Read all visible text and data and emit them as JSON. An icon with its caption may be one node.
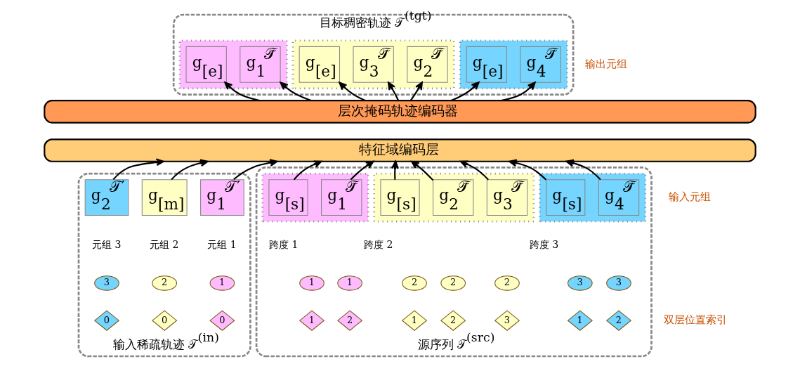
{
  "diagram": {
    "nodes": [
      {
        "text": [
          "目标稠密轨迹 𝒯$^{(tgt)}$"
        ]
      },
      {
        "text": [],
        "shape": "box",
        "in": 0
      },
      {
        "text": [
          "g$_{4}$$^{𝒯̃}$"
        ],
        "in": 1
      },
      {
        "text": [
          "g$_{[e]}$"
        ],
        "in": 1
      },
      {
        "text": [],
        "shape": "box",
        "in": 0
      },
      {
        "text": [
          "g$_{2}$$^{𝒯̃}$"
        ],
        "in": 4
      },
      {
        "text": [
          "g$_{3}$$^{𝒯̃}$"
        ],
        "in": 4
      },
      {
        "text": [
          "g$_{[e]}$"
        ],
        "in": 4
      },
      {
        "text": [],
        "shape": "box",
        "in": 0
      },
      {
        "text": [
          "g$_{1}$$^{𝒯̃}$"
        ],
        "in": 8
      },
      {
        "text": [
          "g$_{[e]}$"
        ],
        "in": 8
      },
      {
        "text": [
          "层次掩码轨迹编码器"
        ]
      },
      {
        "text": [
          "特征域编码层"
        ]
      },
      {
        "text": [
          "输入稀疏轨迹 𝒯$^{(in)}$"
        ]
      },
      {
        "text": [
          "g$_{1}$$^{𝒯′}$"
        ],
        "in": 13,
        "beside": [
          "元组 1"
        ]
      },
      {
        "text": [
          "1"
        ],
        "in": 13
      },
      {
        "text": [
          "0"
        ],
        "in": 13
      },
      {
        "text": [
          "g$_{[m]}$"
        ],
        "in": 13,
        "beside": [
          "元组 2"
        ]
      },
      {
        "text": [
          "2"
        ],
        "in": 13
      },
      {
        "text": [
          "0"
        ],
        "in": 13
      },
      {
        "text": [
          "g$_{2}$$^{𝒯′}$"
        ],
        "in": 13,
        "beside": [
          "元组 3"
        ]
      },
      {
        "text": [
          "3"
        ],
        "in": 13
      },
      {
        "text": [
          "0"
        ],
        "in": 13
      },
      {
        "text": [
          "源序列 𝒯$^{(src)}$"
        ]
      },
      {
        "text": [],
        "shape": "box",
        "in": 23,
        "beside": [
          "跨度 3"
        ]
      },
      {
        "text": [
          "g$_{[s]}$"
        ],
        "in": 24
      },
      {
        "text": [
          "g$_{4}$$^{𝒯̃}$"
        ],
        "in": 24
      },
      {
        "text": [],
        "shape": "box",
        "in": 23,
        "beside": [
          "跨度 2"
        ]
      },
      {
        "text": [
          "g$_{[s]}$"
        ],
        "in": 27
      },
      {
        "text": [
          "g$_{2}$$^{𝒯̃}$"
        ],
        "in": 27
      },
      {
        "text": [
          "g$_{3}$$^{𝒯̃}$"
        ],
        "in": 27
      },
      {
        "text": [],
        "shape": "box",
        "in": 23,
        "beside": [
          "跨度 1"
        ]
      },
      {
        "text": [
          "g$_{[s]}$"
        ],
        "in": 31
      },
      {
        "text": [
          "g$_{1}$$^{𝒯̃}$"
        ],
        "in": 31
      },
      {
        "text": [
          "3"
        ],
        "in": 23
      },
      {
        "text": [
          "1"
        ],
        "in": 23
      },
      {
        "text": [
          "3"
        ],
        "in": 23
      },
      {
        "text": [
          "2"
        ],
        "in": 23
      },
      {
        "text": [
          "2"
        ],
        "in": 23
      },
      {
        "text": [
          "1"
        ],
        "in": 23
      },
      {
        "text": [
          "2"
        ],
        "in": 23
      },
      {
        "text": [
          "2"
        ],
        "in": 23
      },
      {
        "text": [
          "2"
        ],
        "in": 23
      },
      {
        "text": [
          "3"
        ],
        "in": 23
      },
      {
        "text": [
          "1"
        ],
        "in": 23
      },
      {
        "text": [
          "1"
        ],
        "in": 23
      },
      {
        "text": [
          "1"
        ],
        "in": 23
      },
      {
        "text": [
          "2"
        ],
        "in": 23
      }
    ],
    "edges": [
      {
        "from": 14,
        "to": 12,
        "arrow": "to"
      },
      {
        "from": 17,
        "to": 12,
        "arrow": "to"
      },
      {
        "from": 20,
        "to": 12,
        "arrow": "to"
      },
      {
        "from": 25,
        "to": 12,
        "arrow": "to"
      },
      {
        "from": 26,
        "to": 12,
        "arrow": "to"
      },
      {
        "from": 28,
        "to": 12,
        "arrow": "to"
      },
      {
        "from": 29,
        "to": 12,
        "arrow": "to"
      },
      {
        "from": 30,
        "to": 12,
        "arrow": "to"
      },
      {
        "from": 32,
        "to": 12,
        "arrow": "to"
      },
      {
        "from": 33,
        "to": 12,
        "arrow": "to"
      },
      {
        "from": 11,
        "to": 2,
        "arrow": "to"
      },
      {
        "from": 11,
        "to": 3,
        "arrow": "to"
      },
      {
        "from": 11,
        "to": 5,
        "arrow": "to"
      },
      {
        "from": 11,
        "to": 6,
        "arrow": "to"
      },
      {
        "from": 11,
        "to": 7,
        "arrow": "to"
      },
      {
        "from": 11,
        "to": 9,
        "arrow": "to"
      },
      {
        "from": 11,
        "to": 10,
        "arrow": "to"
      }
    ],
    "labels": [
      "输出元组",
      "输入元组",
      "双层位置索引"
    ]
  }
}
